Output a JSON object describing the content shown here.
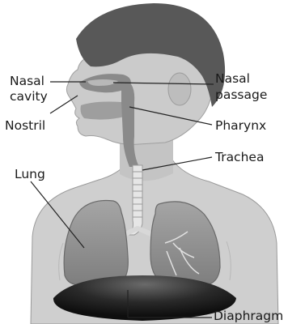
{
  "diagram": {
    "labels": {
      "nasal_cavity_line1": "Nasal",
      "nasal_cavity_line2": "cavity",
      "nostril": "Nostril",
      "nasal_passage_line1": "Nasal",
      "nasal_passage_line2": "passage",
      "pharynx": "Pharynx",
      "trachea": "Trachea",
      "lung": "Lung",
      "diaphragm": "Diaphragm"
    },
    "colors": {
      "hair": "#5a5a5a",
      "skin": "#c9c9c9",
      "skin_shadow": "#b3b3b3",
      "airway": "#9a9a9a",
      "lung": "#8e8e8e",
      "diaphragm": "#1e1e1e",
      "leader": "#222222"
    }
  }
}
